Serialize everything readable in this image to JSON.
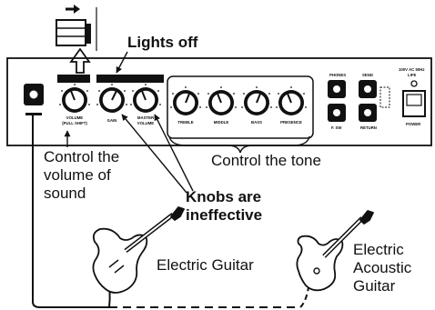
{
  "callouts": {
    "lights_off": "Lights off",
    "control_volume": [
      "Control the",
      "volume of",
      "sound"
    ],
    "control_tone": "Control the tone",
    "knobs_ineffective": [
      "Knobs are",
      "ineffective"
    ],
    "electric_guitar": "Electric Guitar",
    "electric_acoustic_guitar": [
      "Electric",
      "Acoustic",
      "Guitar"
    ]
  },
  "panel": {
    "knob_labels": {
      "volume": "VOLUME",
      "volume_sub": "(PULL SHIFT)",
      "gain": "GAIN",
      "master_volume": "MASTER",
      "master_volume_sub": "VOLUME",
      "treble": "TREBLE",
      "middle": "MIDDLE",
      "bass": "BASS",
      "presence": "PRESENCE"
    },
    "jack_labels": {
      "phones": "PHONES",
      "send": "SEND",
      "return": "RETURN",
      "fsw": "F. SW",
      "power": "POWER"
    },
    "power_spec": [
      "100V AC 50Hz",
      "LIFE"
    ]
  }
}
